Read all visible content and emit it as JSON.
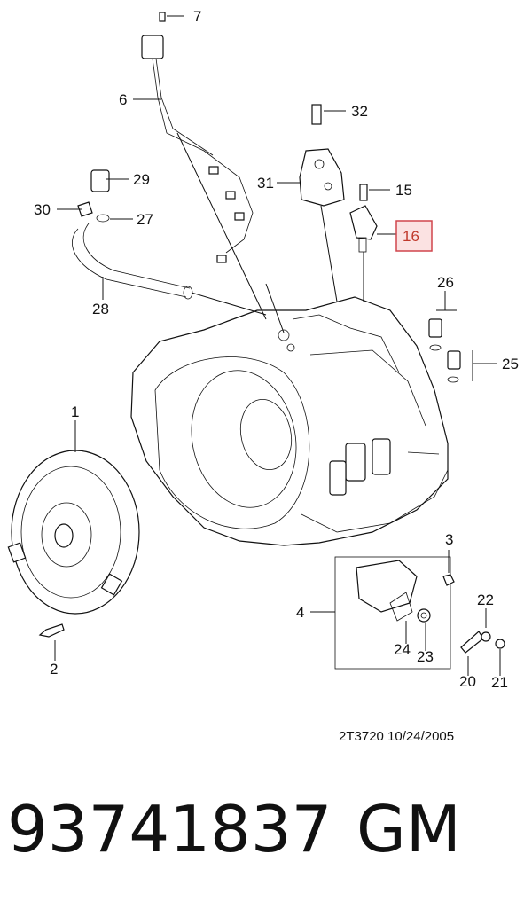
{
  "callouts": {
    "c1": "1",
    "c2": "2",
    "c3": "3",
    "c4": "4",
    "c6": "6",
    "c7": "7",
    "c15": "15",
    "c16": "16",
    "c20": "20",
    "c21": "21",
    "c22": "22",
    "c23": "23",
    "c24": "24",
    "c25": "25",
    "c26": "26",
    "c27": "27",
    "c28": "28",
    "c29": "29",
    "c30": "30",
    "c31": "31",
    "c32": "32"
  },
  "highlighted_callout": "16",
  "colors": {
    "highlight_border": "#d0454c",
    "highlight_fill": "#fbe2e2",
    "highlight_text": "#c0392b"
  },
  "reference": "2T3720  10/24/2005",
  "part_number": "93741837",
  "brand": "GM"
}
